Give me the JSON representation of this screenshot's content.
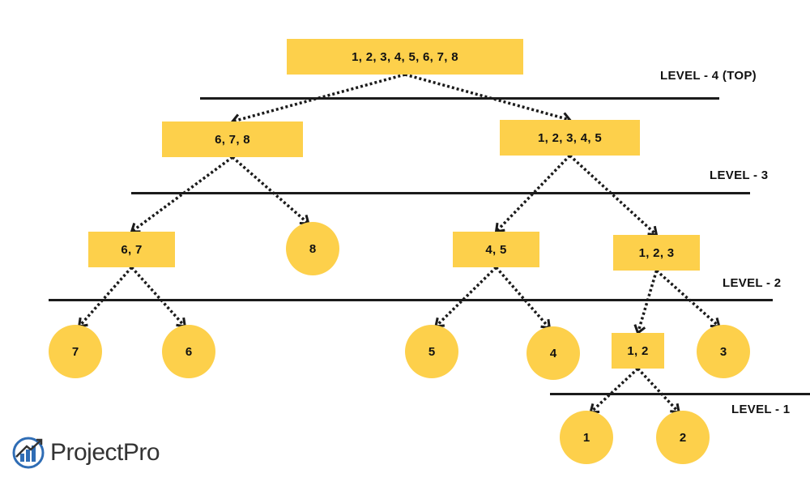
{
  "diagram": {
    "nodes": {
      "root": "1, 2, 3, 4, 5, 6, 7, 8",
      "n678": "6, 7, 8",
      "n12345": "1, 2, 3, 4, 5",
      "n67": "6, 7",
      "n8": "8",
      "n45": "4, 5",
      "n123": "1, 2, 3",
      "n7": "7",
      "n6": "6",
      "n5": "5",
      "n4": "4",
      "n12": "1, 2",
      "n3": "3",
      "n1": "1",
      "n2": "2"
    },
    "levels": {
      "level4": "LEVEL - 4 (TOP)",
      "level3": "LEVEL - 3",
      "level2": "LEVEL - 2",
      "level1": "LEVEL - 1"
    },
    "edges": [
      [
        "root",
        "n678"
      ],
      [
        "root",
        "n12345"
      ],
      [
        "n678",
        "n67"
      ],
      [
        "n678",
        "n8"
      ],
      [
        "n12345",
        "n45"
      ],
      [
        "n12345",
        "n123"
      ],
      [
        "n67",
        "n7"
      ],
      [
        "n67",
        "n6"
      ],
      [
        "n45",
        "n5"
      ],
      [
        "n45",
        "n4"
      ],
      [
        "n123",
        "n12"
      ],
      [
        "n123",
        "n3"
      ],
      [
        "n12",
        "n1"
      ],
      [
        "n12",
        "n2"
      ]
    ],
    "colors": {
      "node": "#FDD04B",
      "line": "#1b1b1b",
      "logo_accent": "#2f6db5"
    }
  },
  "logo": {
    "text": "ProjectPro",
    "icon": "bar-chart-growth-icon"
  }
}
